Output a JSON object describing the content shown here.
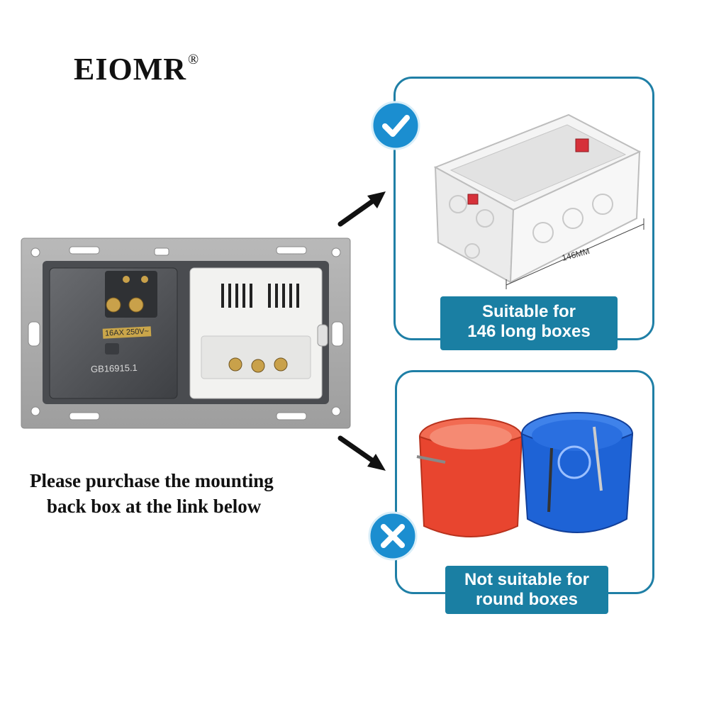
{
  "brand": {
    "name": "EIOMR",
    "registered_mark": "®"
  },
  "instruction": {
    "line1": "Please purchase the mounting",
    "line2": "back box at the link below"
  },
  "suitable": {
    "caption_line1": "Suitable for",
    "caption_line2": "146 long boxes",
    "dimension_label": "146MM",
    "icon": "check-icon"
  },
  "not_suitable": {
    "caption_line1": "Not suitable for",
    "caption_line2": "round boxes",
    "icon": "cross-icon"
  },
  "socket_markings": {
    "rating": "16AX 250V~",
    "standard": "GB16915.1"
  },
  "colors": {
    "panel_border": "#1f7fa6",
    "caption_bg": "#1a7fa3",
    "badge_blue": "#1b8ed0",
    "round_box_red": "#e8452f",
    "round_box_blue": "#1e63d6"
  }
}
